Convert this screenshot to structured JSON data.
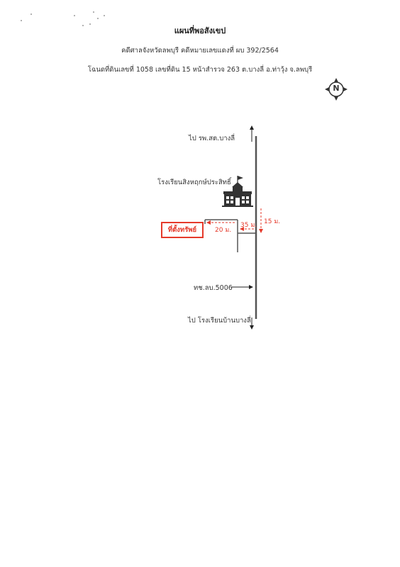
{
  "header": {
    "title": "แผนที่พอสังเขป",
    "line1": "คดีศาลจังหวัดลพบุรี คดีหมายเลขแดงที่ ผบ 392/2564",
    "line2": "โฉนดที่ดินเลขที่ 1058 เลขที่ดิน 15 หน้าสำรวจ 263 ต.บางลี่ อ.ท่าวุ้ง จ.ลพบุรี"
  },
  "compass": {
    "letter": "N"
  },
  "map": {
    "north_label": "ไป รพ.สต.บางลี่",
    "school_label": "โรงเรียนสิงหฤกษ์ประสิทธิ์",
    "road_label": "ทช.ลบ.5006",
    "south_label": "ไป โรงเรียนบ้านบางลี่",
    "property_label": "ที่ตั้งทรัพย์",
    "dist_15": "15 ม.",
    "dist_35": "35 ม.",
    "dist_20": "20 ม."
  },
  "colors": {
    "accent": "#e53a2b",
    "road": "#555555"
  }
}
